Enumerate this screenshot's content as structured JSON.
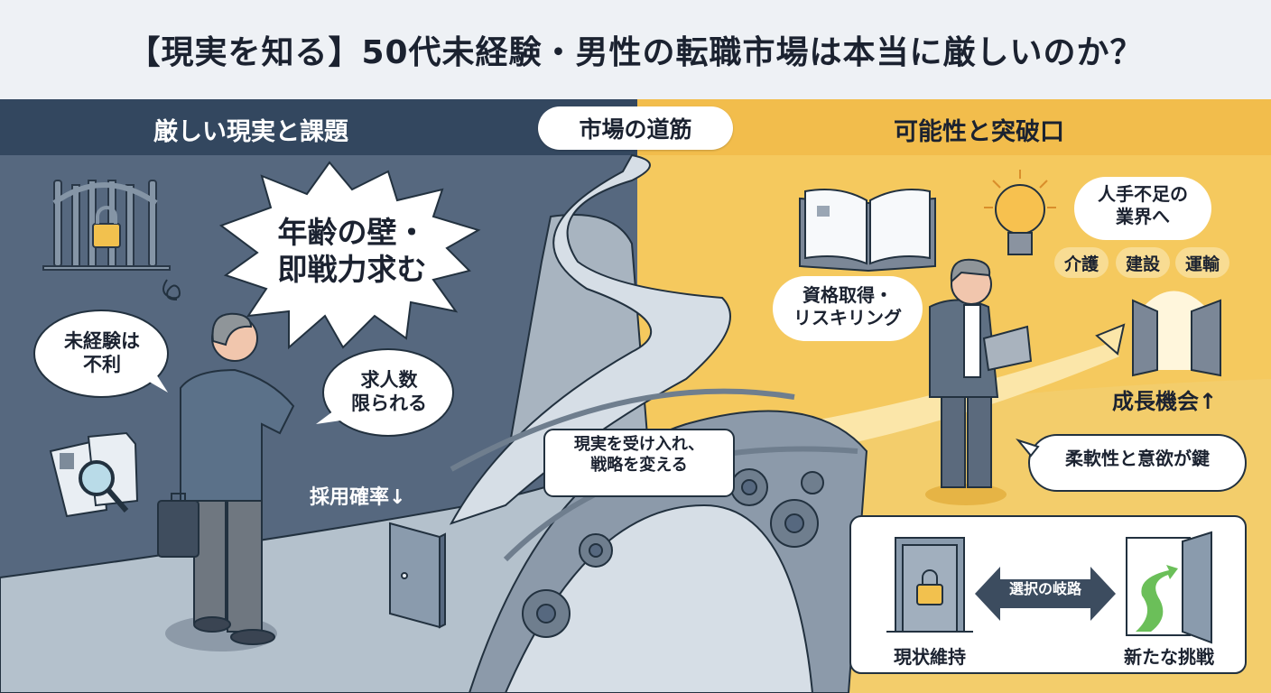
{
  "title": "【現実を知る】50代未経験・男性の転職市場は本当に厳しいのか？",
  "header": {
    "left_label": "厳しい現実と課題",
    "center_label": "市場の道筋",
    "right_label": "可能性と突破口"
  },
  "left_panel": {
    "burst": {
      "line1": "年齢の壁・",
      "line2": "即戦力求む"
    },
    "bubble_inexperience": {
      "line1": "未経験は",
      "line2": "不利"
    },
    "bubble_jobs": {
      "line1": "求人数",
      "line2": "限られる"
    },
    "hiring_rate": "採用確率↓",
    "icons": [
      "locked-gate-icon",
      "resume-magnifier-icon",
      "confused-swirl-icon",
      "closed-door-icon",
      "briefcase-icon"
    ]
  },
  "center_panel": {
    "bridge_caption": {
      "line1": "現実を受け入れ、",
      "line2": "戦略を変える"
    },
    "icons": [
      "winding-road",
      "gear-bridge"
    ]
  },
  "right_panel": {
    "bubble_reskilling": {
      "line1": "資格取得・",
      "line2": "リスキリング"
    },
    "bubble_shortage": {
      "line1": "人手不足の",
      "line2": "業界へ"
    },
    "industries": [
      "介護",
      "建設",
      "運輸"
    ],
    "growth": "成長機会↑",
    "bubble_key": "柔軟性と意欲が鍵",
    "choice_box": {
      "arrow_label": "選択の岐路",
      "left_option": "現状維持",
      "right_option": "新たな挑戦"
    },
    "icons": [
      "open-book-icon",
      "lightbulb-icon",
      "open-gate-icon",
      "tablet-icon",
      "locked-door-icon",
      "open-door-icon"
    ]
  },
  "colors": {
    "left_bg": "#56687f",
    "left_header": "#33475f",
    "right_bg": "#f5c95e",
    "right_header": "#f2bd4c",
    "text_dark": "#1b2230",
    "lock_yellow": "#f2c14e",
    "path_green": "#6bbf59"
  }
}
